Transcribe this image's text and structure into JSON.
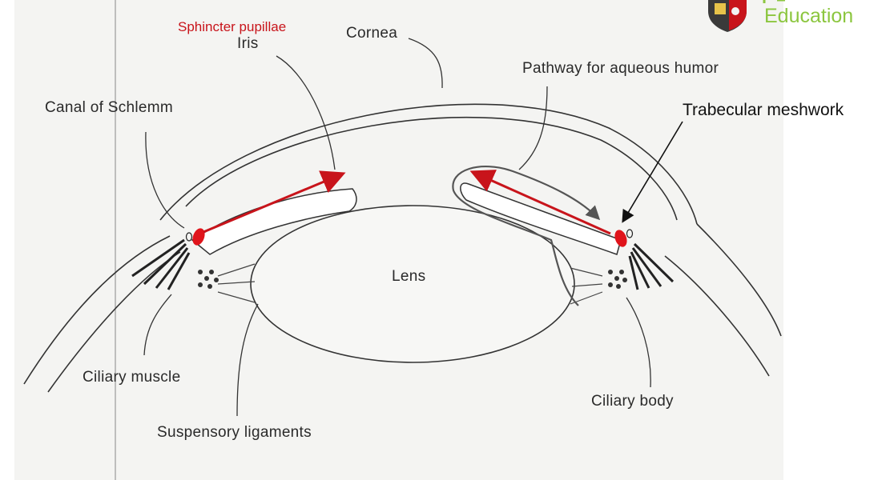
{
  "labels": {
    "sphincter": "Sphincter pupillae",
    "iris": "Iris",
    "cornea": "Cornea",
    "pathway": "Pathway for aqueous humor",
    "canal": "Canal of Schlemm",
    "trabecular": "Trabecular meshwork",
    "lens": "Lens",
    "ciliary_muscle": "Ciliary muscle",
    "ciliary_body": "Ciliary body",
    "suspensory": "Suspensory ligaments"
  },
  "logo": {
    "text": "Education"
  },
  "colors": {
    "annotation_red": "#c8141b",
    "logo_green": "#8cc63f",
    "ink": "#2a2a2a",
    "paper": "#f4f4f2"
  }
}
